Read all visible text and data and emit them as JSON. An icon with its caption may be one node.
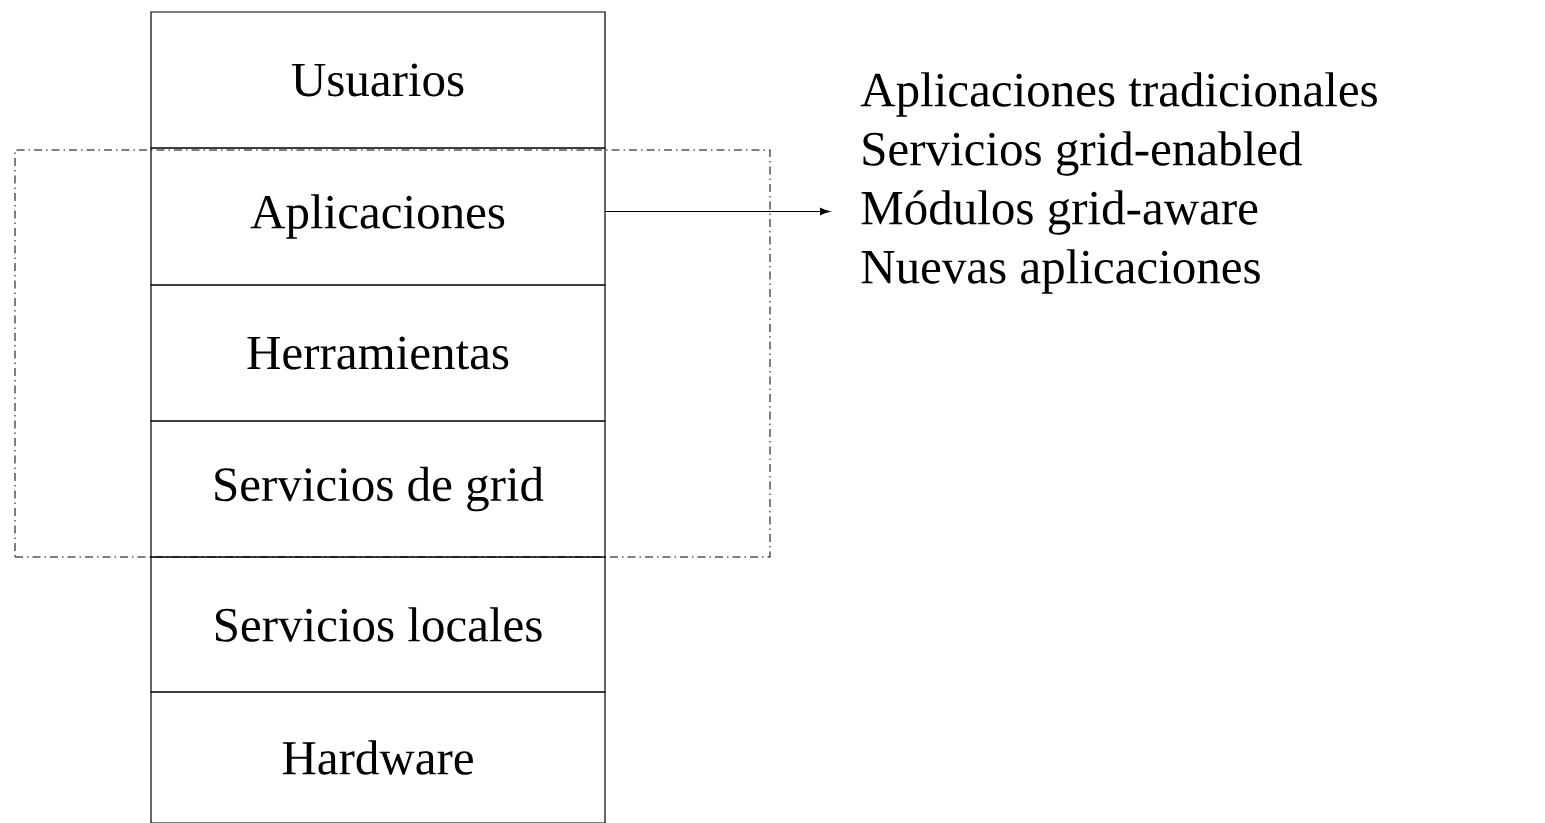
{
  "diagram": {
    "nodes": [
      {
        "text": [
          "Usuarios"
        ]
      },
      {
        "text": [],
        "shape": "box"
      },
      {
        "text": [
          "Aplicaciones"
        ],
        "in": 1
      },
      {
        "text": [
          "Herramientas"
        ],
        "in": 1
      },
      {
        "text": [
          "Servicios de grid"
        ],
        "in": 1
      },
      {
        "text": [
          "Servicios locales"
        ]
      },
      {
        "text": [
          "Hardware"
        ]
      },
      {
        "text": [
          "Aplicaciones tradicionales",
          "Servicios grid-enabled",
          "Módulos grid-aware",
          "Nuevas aplicaciones"
        ]
      }
    ],
    "edges": [
      {
        "from": 2,
        "to": 7,
        "arrow": "to"
      }
    ]
  }
}
